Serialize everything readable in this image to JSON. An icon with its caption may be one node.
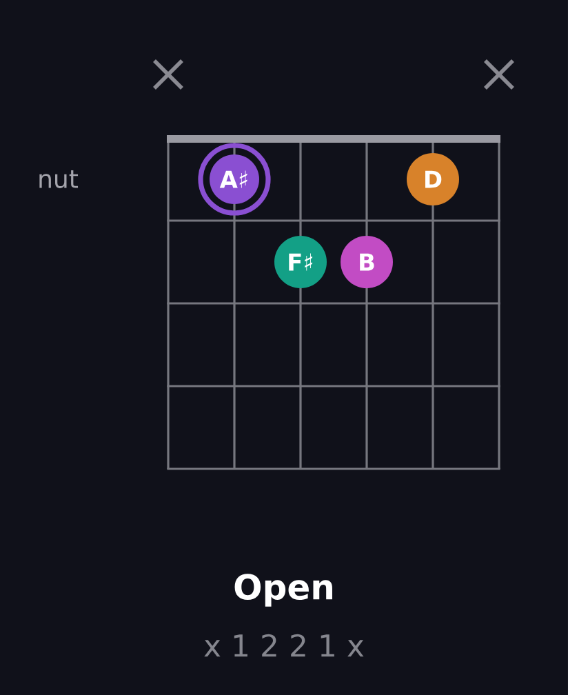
{
  "diagram": {
    "nodes": [
      {
        "text": [
          "A♯"
        ]
      },
      {
        "text": [
          "D"
        ]
      },
      {
        "text": [
          "F♯"
        ]
      },
      {
        "text": [
          "B"
        ]
      }
    ],
    "labels": [
      "nut",
      "Open",
      "x 1 2 2 1 x"
    ]
  }
}
